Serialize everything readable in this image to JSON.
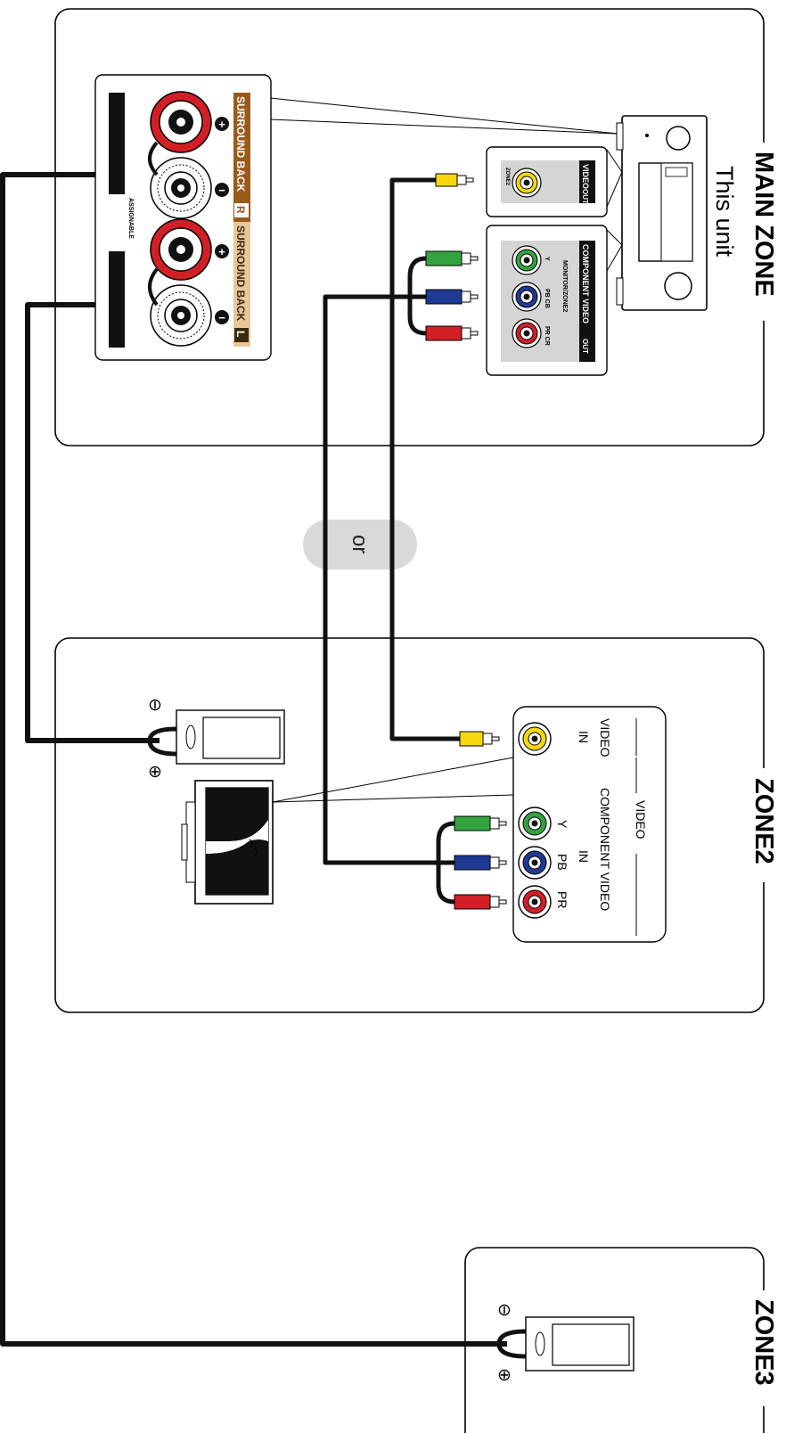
{
  "zones": {
    "main": {
      "title": "MAIN ZONE",
      "subtitle": "This unit"
    },
    "zone2": {
      "title": "ZONE2"
    },
    "zone3": {
      "title": "ZONE3"
    }
  },
  "separator": {
    "or": "or"
  },
  "speaker_terminals": {
    "right_label": "SURROUND BACK",
    "right_badge": "R",
    "left_label": "SURROUND BACK",
    "left_badge": "L",
    "assignable": "ASSIGNABLE",
    "plus": "+",
    "minus": "−"
  },
  "video_out_panel": {
    "title": "VIDEO",
    "out_badge": "OUT",
    "jack_label": "ZONE2"
  },
  "component_out_panel": {
    "title": "COMPONENT VIDEO",
    "out_badge": "OUT",
    "subtitle": "MONITOR/ZONE2",
    "jack_y": "Y",
    "jack_pb": "PB CB",
    "jack_pr": "PR CR"
  },
  "tv_inputs": {
    "video_label": "VIDEO",
    "video_in": "IN",
    "component_label": "COMPONENT VIDEO",
    "component_in": "IN",
    "y": "Y",
    "pb": "PB",
    "pr": "PR"
  },
  "speaker_symbols": {
    "minus": "⊖",
    "plus": "⊕"
  },
  "colors": {
    "red": "#d21f26",
    "green": "#33a340",
    "blue": "#1f3a93",
    "yellow": "#f5d60f",
    "badge_brown": "#9a5a1a",
    "badge_tan": "#e8c79a",
    "or_bg": "#d9d9d9"
  }
}
